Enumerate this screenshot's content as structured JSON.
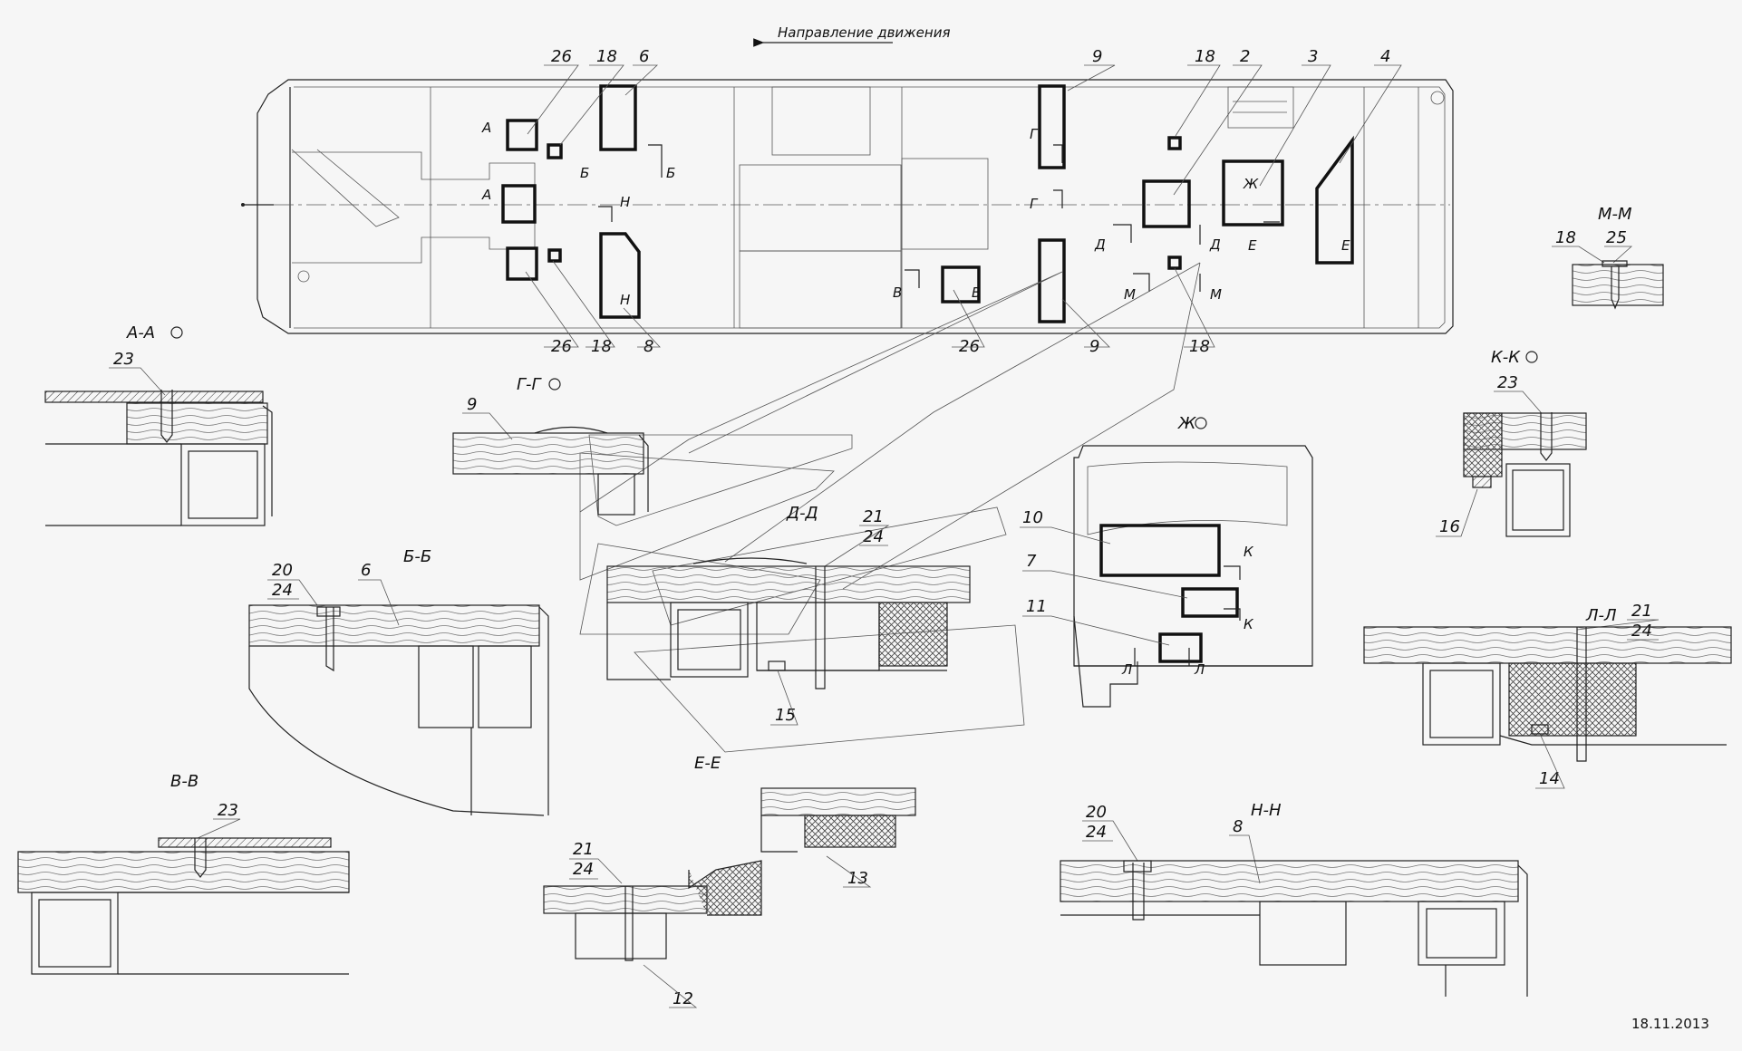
{
  "direction_label": "Направление движения",
  "stamp": "18.11.2013",
  "plan_labels": {
    "n26a": "26",
    "n18a": "18",
    "n6": "6",
    "n9a": "9",
    "n18b": "18",
    "n2": "2",
    "n3": "3",
    "n4": "4",
    "n26b": "26",
    "n18c": "18",
    "n8": "8",
    "n26c": "26",
    "n9b": "9",
    "n18d": "18",
    "A1": "А",
    "A2": "А",
    "B1": "Б",
    "B2": "Б",
    "H1": "Н",
    "H2": "Н",
    "G1": "Г",
    "G2": "Г",
    "D1": "Д",
    "D2": "Д",
    "E1": "Е",
    "E2": "Е",
    "Zh": "Ж",
    "M1": "М",
    "M2": "М",
    "V1": "В",
    "V2": "В"
  },
  "sections": {
    "aa": "А-А",
    "gg": "Г-Г",
    "bb": "Б-Б",
    "vv": "В-В",
    "dd": "Д-Д",
    "ee": "Е-Е",
    "zh": "Ж",
    "kk": "К-К",
    "ll": "Л-Л",
    "mm": "М-М",
    "nn": "Н-Н"
  },
  "callouts": {
    "c23a": "23",
    "c9": "9",
    "c20a": "20",
    "c24a": "24",
    "c6": "6",
    "c23b": "23",
    "c21a": "21",
    "c24b": "24",
    "c15": "15",
    "c21b": "21",
    "c24c": "24",
    "c12": "12",
    "c13": "13",
    "c10": "10",
    "c7": "7",
    "c11": "11",
    "cK1": "К",
    "cK2": "К",
    "cL1": "Л",
    "cL2": "Л",
    "c23c": "23",
    "c16": "16",
    "c21c": "21",
    "c24d": "24",
    "c14": "14",
    "c18": "18",
    "c25": "25",
    "c20b": "20",
    "c24e": "24",
    "c8": "8"
  }
}
